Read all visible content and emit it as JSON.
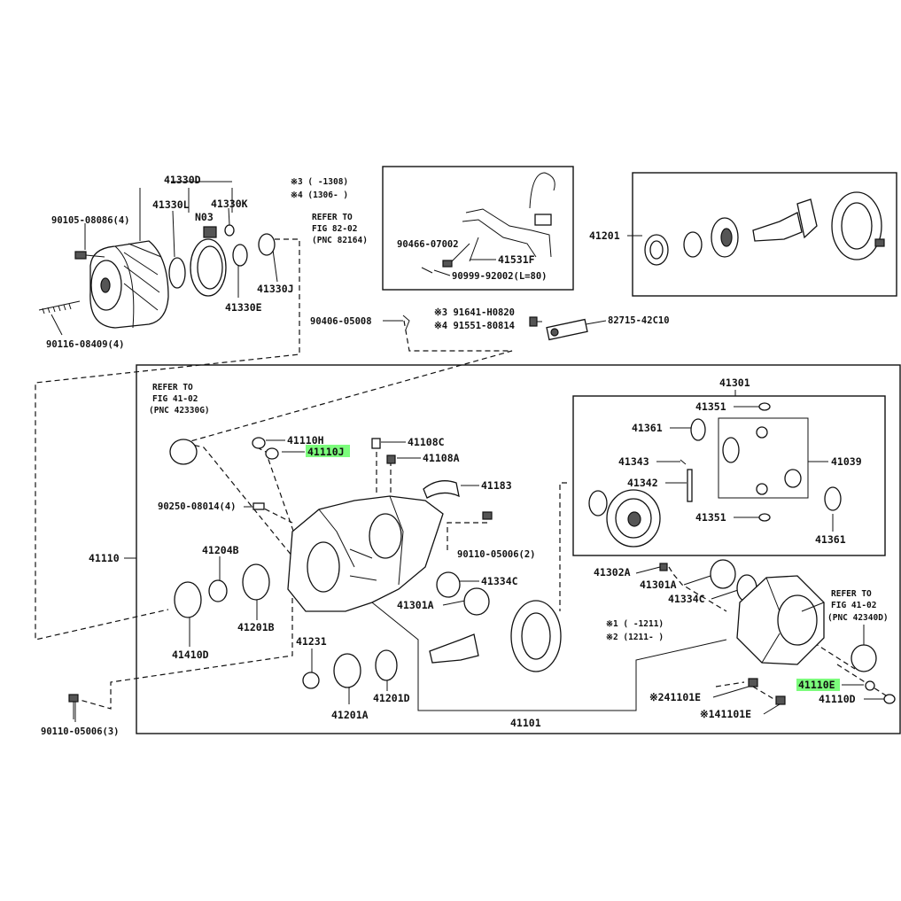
{
  "labels": {
    "l41330D": "41330D",
    "l41330L": "41330L",
    "l41330K": "41330K",
    "lN03": "N03",
    "l90105": "90105-08086(4)",
    "l41330J": "41330J",
    "l41330E": "41330E",
    "l90116": "90116-08409(4)",
    "l90406": "90406-05008",
    "n3": "※3 (   -1308)",
    "n4": "※4 (1306-   )",
    "refer82a": "REFER TO",
    "refer82b": "FIG 82-02",
    "refer82c": "(PNC 82164)",
    "l90466": "90466-07002",
    "l41531F": "41531F",
    "l90999": "90999-92002(L=80)",
    "l91641": "※3 91641-H0820",
    "l91551": "※4 91551-80814",
    "l82715": "82715-42C10",
    "l41201": "41201",
    "refer41a1": "REFER TO",
    "refer41a2": "FIG 41-02",
    "refer41a3": "(PNC 42330G)",
    "l41110H": "41110H",
    "l41110J": "41110J",
    "l41108C": "41108C",
    "l41108A": "41108A",
    "l41183": "41183",
    "l90250": "90250-08014(4)",
    "l90110a": "90110-05006(2)",
    "l41110": "41110",
    "l41204B": "41204B",
    "l41410D": "41410D",
    "l41201B": "41201B",
    "l41334Ca": "41334C",
    "l41301Aa": "41301A",
    "l41231": "41231",
    "l41201A": "41201A",
    "l41201D": "41201D",
    "l90110b": "90110-05006(3)",
    "l41101": "41101",
    "l41301": "41301",
    "l41351a": "41351",
    "l41361a": "41361",
    "l41343": "41343",
    "l41342": "41342",
    "l41039": "41039",
    "l41351b": "41351",
    "l41361b": "41361",
    "l41302A": "41302A",
    "l41301Ab": "41301A",
    "l41334Cb": "41334C",
    "refer41b1": "REFER TO",
    "refer41b2": "FIG 41-02",
    "refer41b3": "(PNC 42340D)",
    "n1": "※1 (   -1211)",
    "n2": "※2 (1211-   )",
    "l41101Ea": "※241101E",
    "l41101Eb": "※141101E",
    "l41110E": "41110E",
    "l41110D": "41110D"
  },
  "colors": {
    "highlight": "#7CFC7C",
    "ink": "#111111",
    "background": "#ffffff"
  }
}
